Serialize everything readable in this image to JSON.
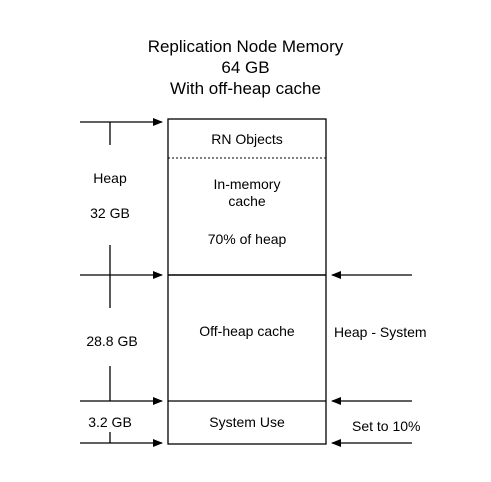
{
  "title": {
    "line1": "Replication Node Memory",
    "line2": "64 GB",
    "line3": "With off-heap cache"
  },
  "blocks": {
    "rn_objects": "RN Objects",
    "in_memory_cache_line1": "In-memory",
    "in_memory_cache_line2": "cache",
    "in_memory_cache_pct": "70% of heap",
    "off_heap_cache": "Off-heap cache",
    "system_use": "System Use"
  },
  "left_labels": {
    "heap": "Heap",
    "heap_size": "32 GB",
    "off_heap_size": "28.8 GB",
    "system_size": "3.2 GB"
  },
  "right_labels": {
    "off_heap_formula": "Heap - System",
    "system_setting": "Set to 10%"
  }
}
